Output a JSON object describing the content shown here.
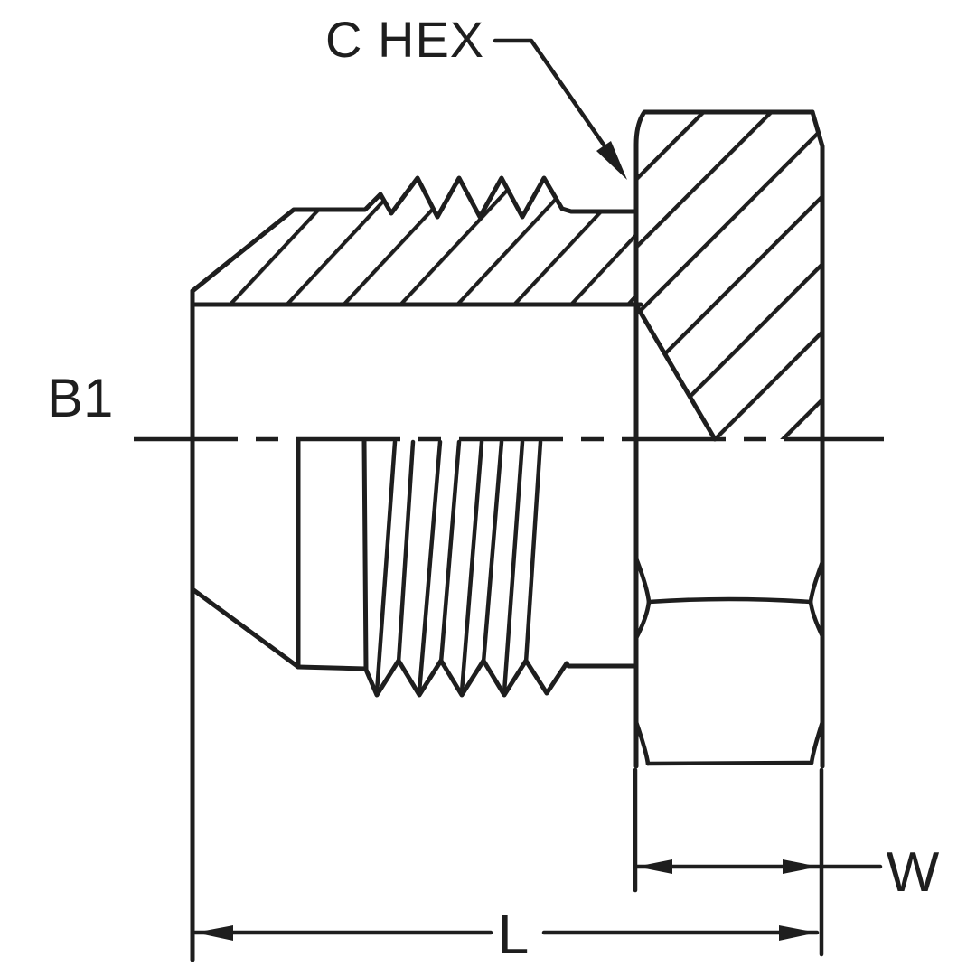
{
  "drawing": {
    "background": "#ffffff",
    "line_color": "#1e1e1e",
    "labels": {
      "hex_callout": "C HEX",
      "end_diameter": "B1",
      "hex_width": "W",
      "overall_length": "L"
    }
  }
}
